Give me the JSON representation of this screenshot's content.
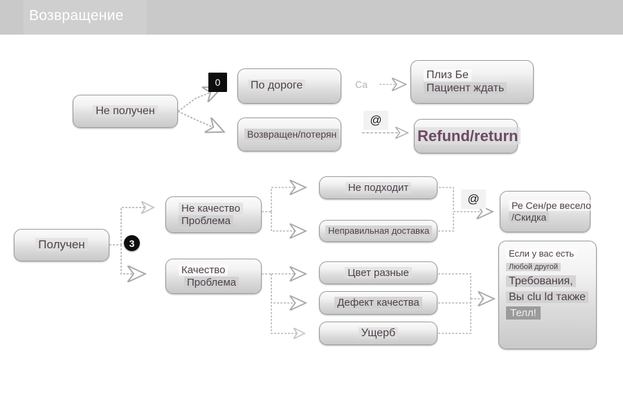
{
  "header": {
    "title": "Возвращение",
    "bar_color": "#c9c9c9",
    "title_color": "#ffffff"
  },
  "diagram": {
    "accent_text_color": "#4d3f4a",
    "node_border_color": "#9a9a9a",
    "badge_color": "#0d0d0d",
    "branch_not_received": {
      "root": {
        "label": "Не получен"
      },
      "badge": {
        "name": "step-0-badge",
        "text": "0"
      },
      "children": [
        {
          "label": "По дороге"
        },
        {
          "label": "Возвращен/потерян"
        }
      ]
    },
    "top_right": {
      "ca_label": "Ca",
      "at_badge": "@",
      "please_wait": {
        "line1": "Плиз Бе",
        "line2": "Пациент ждать"
      },
      "refund": {
        "label": "Refund/return"
      }
    },
    "branch_received": {
      "root": {
        "label": "Получен"
      },
      "badge": {
        "name": "step-3-badge",
        "text": "3"
      },
      "groups": [
        {
          "label_line1": "Не качество",
          "label_line2": "Проблема",
          "reasons": [
            {
              "label": "Не подходит"
            },
            {
              "label": "Неправильная доставка"
            }
          ],
          "at_badge": "@",
          "outcome": {
            "line1": "Ре Сен/ре весело",
            "line2": "/Скидка"
          }
        },
        {
          "label_line1": "Качество",
          "label_line2": "Проблема",
          "reasons": [
            {
              "label": "Цвет разные"
            },
            {
              "label": "Дефект качества"
            },
            {
              "label": "Ущерб"
            }
          ],
          "outcome": {
            "line1": "Если у вас есть",
            "line2": "Любой другой",
            "line3": "Требования,",
            "line4": "Вы clu ld также",
            "line5": "Телл!"
          }
        }
      ]
    }
  }
}
